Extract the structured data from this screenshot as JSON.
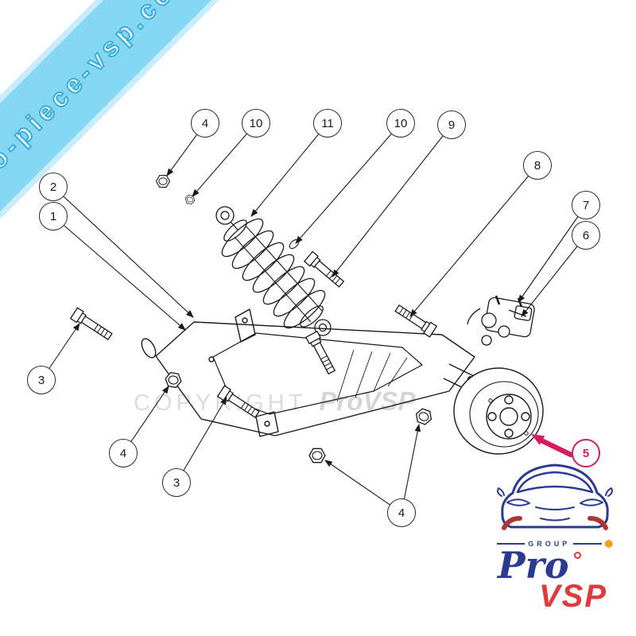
{
  "banner": {
    "text": "pro-piece-vsp.com"
  },
  "watermark": {
    "copyright": "COPYRIGHT",
    "brand": "ProVSP"
  },
  "callouts": {
    "c1": {
      "label": "1"
    },
    "c2": {
      "label": "2"
    },
    "c3a": {
      "label": "3"
    },
    "c3b": {
      "label": "3"
    },
    "c4a": {
      "label": "4"
    },
    "c4b": {
      "label": "4"
    },
    "c4c": {
      "label": "4"
    },
    "c5": {
      "label": "5"
    },
    "c6": {
      "label": "6"
    },
    "c7": {
      "label": "7"
    },
    "c8": {
      "label": "8"
    },
    "c9": {
      "label": "9"
    },
    "c10a": {
      "label": "10"
    },
    "c10b": {
      "label": "10"
    },
    "c11": {
      "label": "11"
    }
  },
  "logo": {
    "group": "GROUP",
    "pro": "Pro",
    "vsp": "VSP"
  },
  "icons": {
    "hexagon": "⬢"
  },
  "colors": {
    "banner_fill": "#85d6f2",
    "banner_text_outline": "#35aede",
    "highlight_pink": "#d81b60",
    "logo_blue": "#2b3a92",
    "logo_red": "#e03a3a",
    "logo_orange": "#f49b20"
  }
}
